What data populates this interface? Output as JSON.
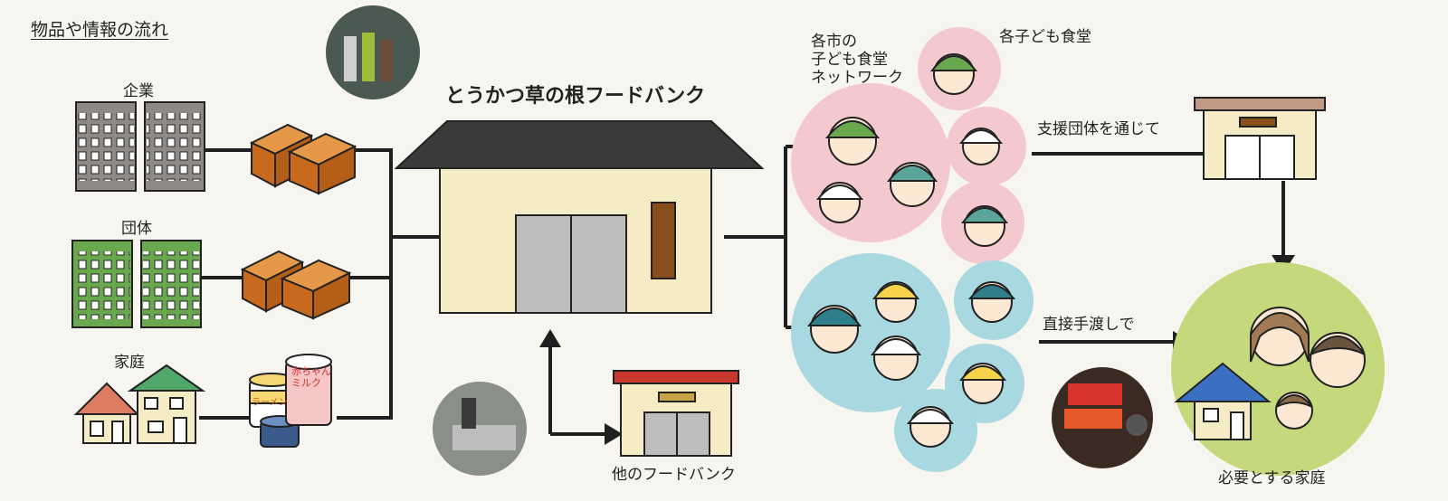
{
  "diagram": {
    "title": "物品や情報の流れ",
    "foodbank_name": "とうかつ草の根フードバンク",
    "sources": {
      "company": "企業",
      "group": "団体",
      "household": "家庭"
    },
    "product_labels": {
      "ramen": "ラーメン",
      "milk": "赤ちゃん\nミルク"
    },
    "other_foodbank": "他のフードバンク",
    "network_label": "各市の\n子ども食堂\nネットワーク",
    "each_cafeteria": "各子ども食堂",
    "via_support": "支援団体を通じて",
    "direct_handover": "直接手渡しで",
    "needy_family": "必要とする家庭"
  },
  "colors": {
    "company_building": "#8f8a85",
    "group_building": "#6aa84f",
    "box": "#c8691d",
    "foodbank_wall": "#f5ebc4",
    "roof": "#3a3a3a",
    "door": "#bdbdbd",
    "pink_bubble": "#f4c9cd",
    "blue_bubble": "#a8d8e0",
    "family_circle": "#c5d97c",
    "line": "#1f1f1f"
  },
  "icons": [
    "company-building-icon",
    "group-building-icon",
    "house-icon",
    "cardboard-box-icon",
    "food-can-icon",
    "milk-can-icon",
    "warehouse-icon",
    "child-face-icon",
    "photo-circle"
  ]
}
